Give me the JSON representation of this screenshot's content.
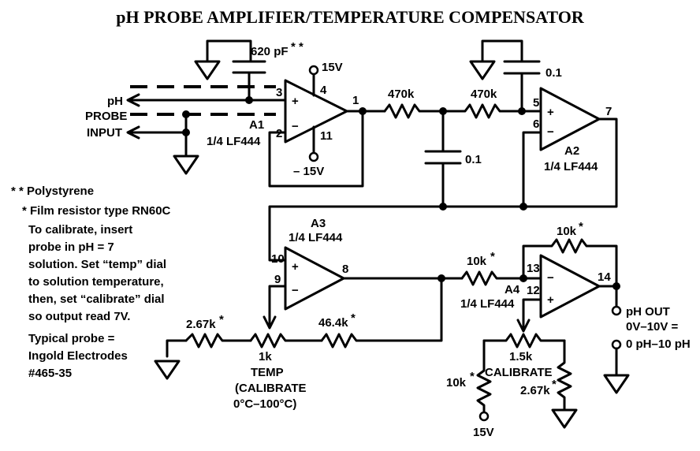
{
  "title": "pH PROBE AMPLIFIER/TEMPERATURE COMPENSATOR",
  "components": {
    "c1": "620 pF",
    "c1_mark": "* *",
    "c2": "0.1",
    "c3": "0.1",
    "r1": "470k",
    "r2": "470k",
    "r3": "10k",
    "r3_mark": "*",
    "r4": "10k",
    "r4_mark": "*",
    "r5": "2.67k",
    "r5_mark": "*",
    "r6": "46.4k",
    "r6_mark": "*",
    "pot_temp": "1k",
    "pot_cal": "1.5k",
    "r7": "10k",
    "r7_mark": "*",
    "r8": "2.67k",
    "r8_mark": "*"
  },
  "opamps": {
    "a1_name": "A1",
    "a1_part": "1/4 LF444",
    "a2_name": "A2",
    "a2_part": "1/4 LF444",
    "a3_name": "A3",
    "a3_part": "1/4 LF444",
    "a4_name": "A4",
    "a4_part": "1/4 LF444"
  },
  "pins": {
    "p1": "1",
    "p2": "2",
    "p3": "3",
    "p4": "4",
    "p5": "5",
    "p6": "6",
    "p7": "7",
    "p8": "8",
    "p9": "9",
    "p10": "10",
    "p11": "11",
    "p12": "12",
    "p13": "13",
    "p14": "14"
  },
  "signs": {
    "plus": "+",
    "minus": "−"
  },
  "supplies": {
    "pos": "15V",
    "neg": "– 15V",
    "pos2": "15V"
  },
  "labels": {
    "input1": "pH",
    "input2": "PROBE",
    "input3": "INPUT",
    "out1": "pH OUT",
    "out2": "0V–10V =",
    "out3": "0 pH–10 pH",
    "temp1": "TEMP",
    "temp2": "(CALIBRATE",
    "temp3": "0°C–100°C)",
    "cal": "CALIBRATE"
  },
  "notes": {
    "n1": "* * Polystyrene",
    "n2": "* Film resistor type RN60C",
    "n3": "To calibrate, insert",
    "n4": "probe in pH = 7",
    "n5": "solution. Set “temp” dial",
    "n6": "to solution temperature,",
    "n7": "then, set “calibrate” dial",
    "n8": "so output read 7V.",
    "n9": "Typical probe =",
    "n10": "Ingold Electrodes",
    "n11": "#465-35"
  }
}
